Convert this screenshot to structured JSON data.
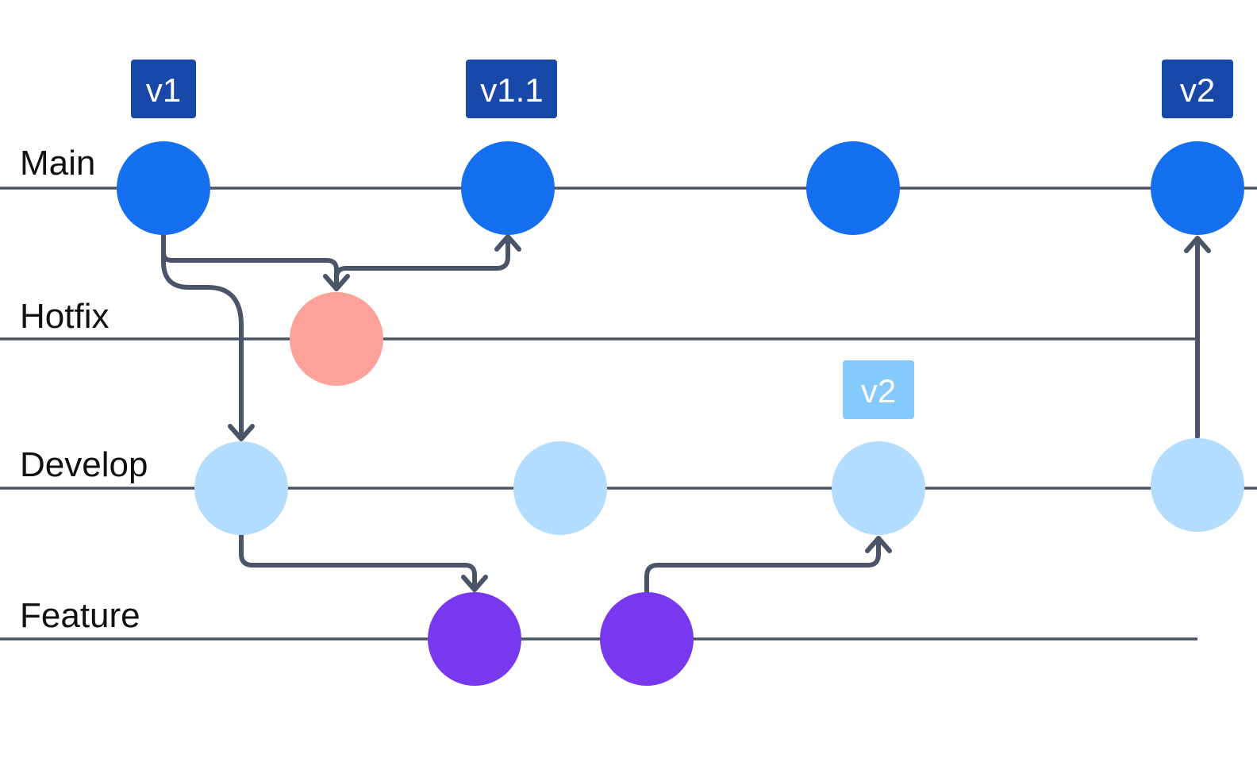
{
  "colors": {
    "line": "#4a5568",
    "main_commit": "#1570ef",
    "hotfix_commit": "#fda29b",
    "develop_commit": "#b2ddff",
    "feature_commit": "#7839ee",
    "tag_dark": "#1849a9",
    "tag_light": "#84caff"
  },
  "lanes": {
    "main": {
      "label": "Main"
    },
    "hotfix": {
      "label": "Hotfix"
    },
    "develop": {
      "label": "Develop"
    },
    "feature": {
      "label": "Feature"
    }
  },
  "tags": {
    "main_v1": {
      "text": "v1"
    },
    "main_v1_1": {
      "text": "v1.1"
    },
    "main_v2": {
      "text": "v2"
    },
    "develop_v2": {
      "text": "v2"
    }
  },
  "commits": {
    "main": [
      "commit",
      "commit",
      "commit",
      "commit"
    ],
    "hotfix": [
      "commit"
    ],
    "develop": [
      "commit",
      "commit",
      "commit",
      "commit"
    ],
    "feature": [
      "commit",
      "commit"
    ]
  },
  "connections": [
    {
      "from": "main-1",
      "to": "hotfix-1"
    },
    {
      "from": "hotfix-1",
      "to": "main-2"
    },
    {
      "from": "main-1",
      "to": "develop-1"
    },
    {
      "from": "develop-1",
      "to": "feature-1"
    },
    {
      "from": "feature-2",
      "to": "develop-3"
    },
    {
      "from": "develop-4",
      "to": "main-4"
    }
  ]
}
